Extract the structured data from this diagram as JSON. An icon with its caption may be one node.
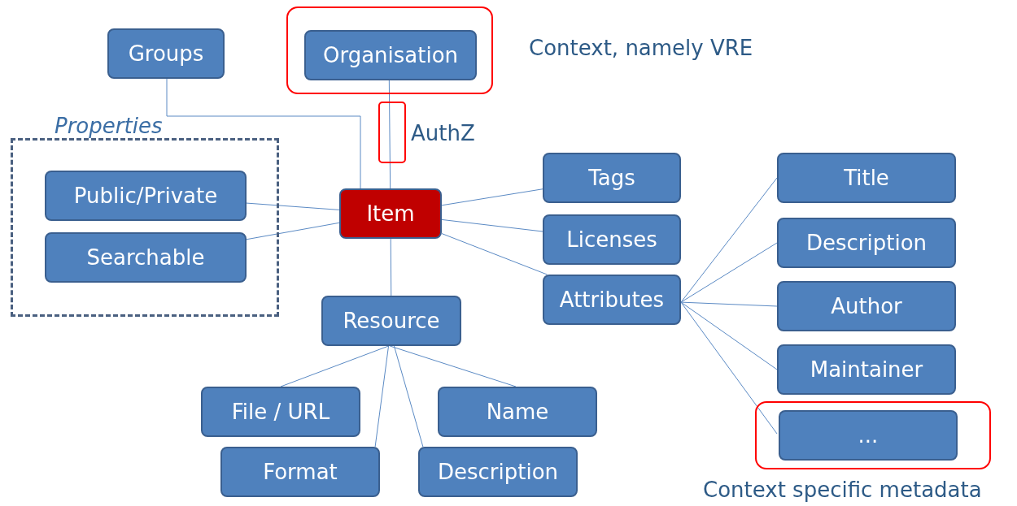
{
  "diagram": {
    "nodes": [
      {
        "text": [
          "Groups"
        ]
      },
      {
        "text": [],
        "shape": "box",
        "beside": [
          "Context, namely VRE"
        ]
      },
      {
        "text": [
          "Organisation"
        ],
        "in": 1
      },
      {
        "text": [
          "Properties"
        ]
      },
      {
        "text": [
          "Public/Private"
        ],
        "in": 3
      },
      {
        "text": [
          "Searchable"
        ],
        "in": 3
      },
      {
        "text": [
          "Item"
        ]
      },
      {
        "text": [
          "Tags"
        ]
      },
      {
        "text": [
          "Licenses"
        ]
      },
      {
        "text": [
          "Attributes"
        ]
      },
      {
        "text": [
          "Title"
        ]
      },
      {
        "text": [
          "Description"
        ]
      },
      {
        "text": [
          "Author"
        ]
      },
      {
        "text": [
          "Maintainer"
        ]
      },
      {
        "text": [],
        "shape": "box",
        "beside": [
          "Context specific metadata"
        ]
      },
      {
        "text": [
          "..."
        ],
        "in": 14
      },
      {
        "text": [
          "Resource"
        ]
      },
      {
        "text": [
          "File / URL"
        ]
      },
      {
        "text": [
          "Name"
        ]
      },
      {
        "text": [
          "Format"
        ]
      },
      {
        "text": [
          "Description"
        ]
      }
    ],
    "edges": [
      {
        "from": 0,
        "to": 6,
        "arrow": "none"
      },
      {
        "from": 2,
        "to": 6,
        "arrow": "none"
      },
      {
        "from": 4,
        "to": 6,
        "arrow": "none"
      },
      {
        "from": 5,
        "to": 6,
        "arrow": "none"
      },
      {
        "from": 6,
        "to": 7,
        "arrow": "none"
      },
      {
        "from": 6,
        "to": 8,
        "arrow": "none"
      },
      {
        "from": 6,
        "to": 9,
        "arrow": "none"
      },
      {
        "from": 6,
        "to": 16,
        "arrow": "none"
      },
      {
        "from": 9,
        "to": 10,
        "arrow": "none"
      },
      {
        "from": 9,
        "to": 11,
        "arrow": "none"
      },
      {
        "from": 9,
        "to": 12,
        "arrow": "none"
      },
      {
        "from": 9,
        "to": 13,
        "arrow": "none"
      },
      {
        "from": 9,
        "to": 15,
        "arrow": "none"
      },
      {
        "from": 16,
        "to": 17,
        "arrow": "none"
      },
      {
        "from": 16,
        "to": 18,
        "arrow": "none"
      },
      {
        "from": 16,
        "to": 19,
        "arrow": "none"
      },
      {
        "from": 16,
        "to": 20,
        "arrow": "none"
      }
    ],
    "labels": [
      "AuthZ"
    ]
  }
}
